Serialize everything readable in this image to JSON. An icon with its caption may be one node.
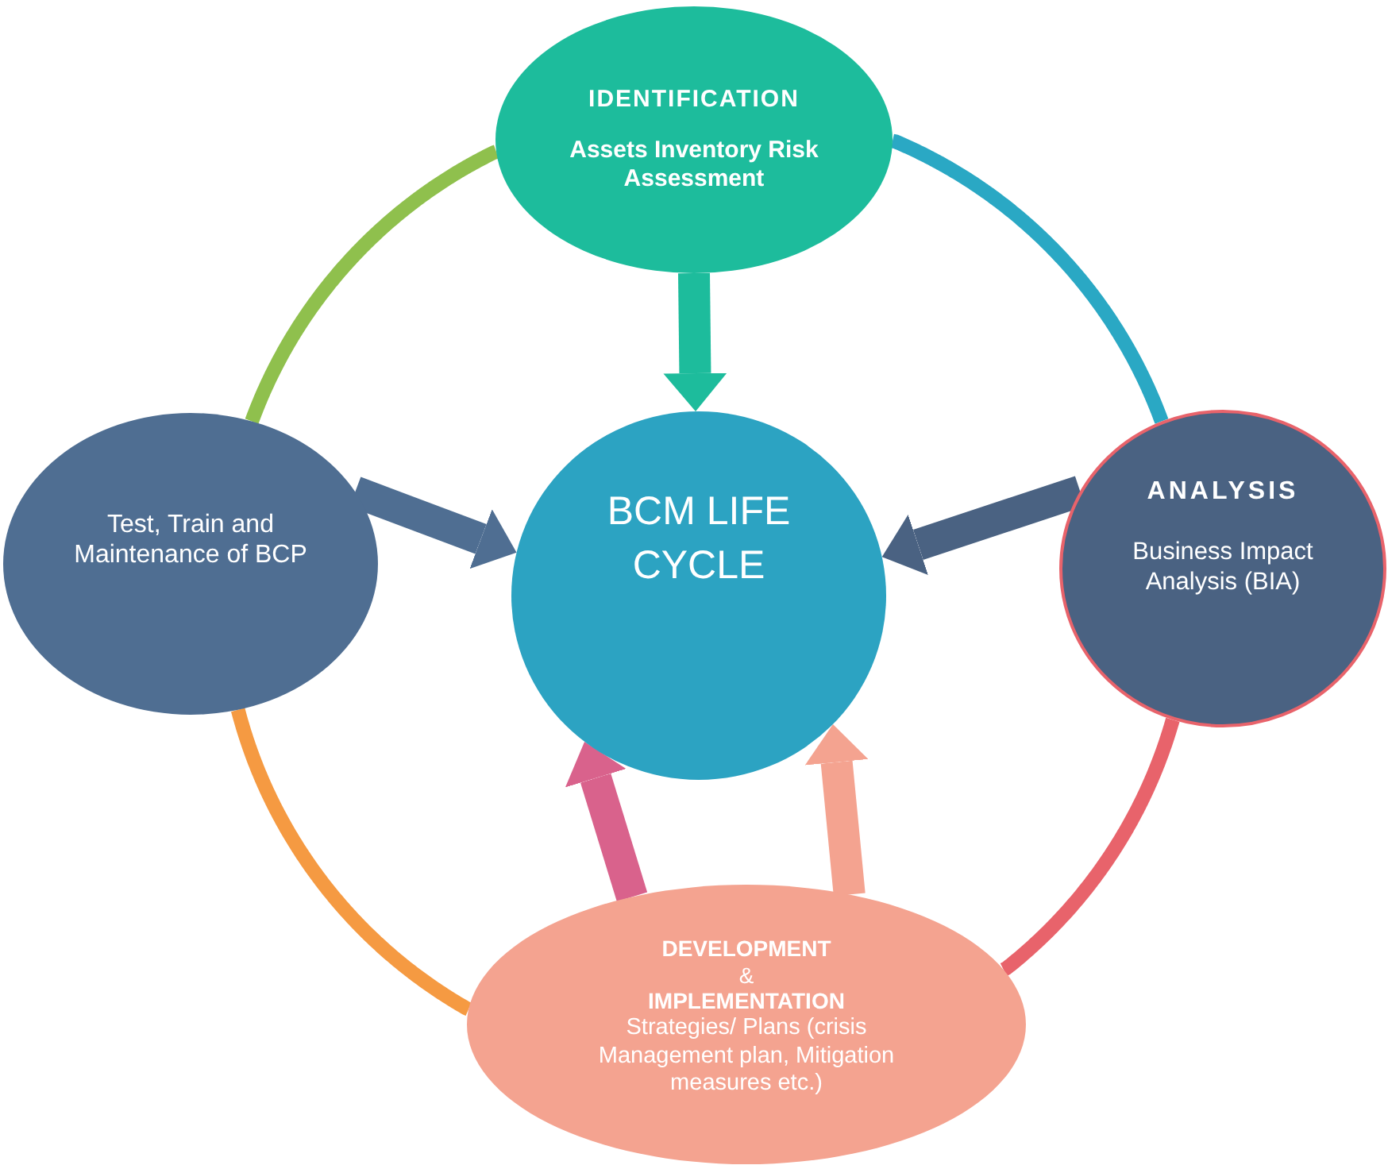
{
  "diagram": {
    "nodes": [
      {
        "text": [
          "IDENTIFICATION",
          "Assets Inventory Risk Assessment"
        ]
      },
      {
        "text": [
          "ANALYSIS",
          "Business Impact Analysis (BIA)"
        ]
      },
      {
        "text": [
          "DEVELOPMENT",
          "&",
          "IMPLEMENTATION",
          "Strategies/ Plans (crisis Management plan, Mitigation measures etc.)"
        ]
      },
      {
        "text": [
          "Test, Train and Maintenance of BCP"
        ]
      },
      {
        "text": [
          "BCM LIFE CYCLE"
        ]
      }
    ],
    "edges": [
      {
        "from": 0,
        "to": 4,
        "arrow": "to",
        "color": "#1dbc9c"
      },
      {
        "from": 1,
        "to": 4,
        "arrow": "to",
        "color": "#4a6282"
      },
      {
        "from": 2,
        "to": 4,
        "arrow": "to",
        "color": "#f4a390"
      },
      {
        "from": 2,
        "to": 4,
        "arrow": "to",
        "color": "#d9628c"
      },
      {
        "from": 3,
        "to": 4,
        "arrow": "to",
        "color": "#4f6e92"
      },
      {
        "from": 3,
        "to": 0,
        "arrow": "none",
        "color": "#8fc04d"
      },
      {
        "from": 0,
        "to": 1,
        "arrow": "none",
        "color": "#2aa8c4"
      },
      {
        "from": 1,
        "to": 2,
        "arrow": "none",
        "color": "#e8636b"
      },
      {
        "from": 3,
        "to": 2,
        "arrow": "none",
        "color": "#f59a42"
      }
    ]
  }
}
